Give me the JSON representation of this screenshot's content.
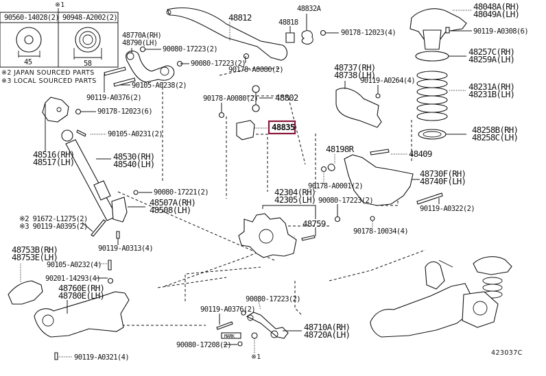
{
  "diagram": {
    "title": "Rear suspension exploded parts diagram",
    "illustration_id": "423037C",
    "highlight_color": "#8b1538",
    "highlighted_part": "48835"
  },
  "inset": {
    "marker": "※1",
    "columns": [
      {
        "part_no": "90560-14028(2)",
        "dimension": "45",
        "icon": "washer-flat-icon"
      },
      {
        "part_no": "90948-A2002(2)",
        "dimension": "58",
        "icon": "washer-ring-icon"
      }
    ]
  },
  "notes": [
    {
      "marker": "※2",
      "text": "JAPAN SOURCED PARTS"
    },
    {
      "marker": "※3",
      "text": "LOCAL SOURCED PARTS"
    }
  ],
  "callouts": {
    "c48770": [
      "48770A(RH)",
      "48790(LH)"
    ],
    "c90080a": "90080-17223(2)",
    "c90080b": "90080-17223(2)",
    "c90105_238": "90105-A0238(2)",
    "c90119_376a": "90119-A0376(2)",
    "c90178_12023a": "90178-12023(6)",
    "c90105_231": "90105-A0231(2)",
    "c48516": [
      "48516(RH)",
      "48517(LH)"
    ],
    "c48530": [
      "48530(RH)",
      "48540(LH)"
    ],
    "c48812": "48812",
    "c48818": "48818",
    "c48832": "48832A",
    "c90178_12023b": "90178-12023(4)",
    "c90178_80a": "90178-A0080(2)",
    "c90178_80b": "90178-A0080(2)",
    "c48802": "48802",
    "c48835": "48835",
    "c48737": [
      "48737(RH)",
      "48738(LH)"
    ],
    "c90119_264": "90119-A0264(4)",
    "c48048": [
      "48048A(RH)",
      "48049A(LH)"
    ],
    "c90119_308": "90119-A0308(6)",
    "c48257": [
      "48257C(RH)",
      "48259A(LH)"
    ],
    "c48231": [
      "48231A(RH)",
      "48231B(LH)"
    ],
    "c48258": [
      "48258B(RH)",
      "48258C(LH)"
    ],
    "c48198": "48198R",
    "c48409": "48409",
    "c90178_1": "90178-A0001(2)",
    "c48730": [
      "48730F(RH)",
      "48740F(LH)"
    ],
    "c90080c": "90080-17223(2)",
    "c90119_322": "90119-A0322(2)",
    "c90178_10034": "90178-10034(4)",
    "c90080_17221": "90080-17221(2)",
    "c48507": [
      "48507A(RH)",
      "48508(LH)"
    ],
    "c91672": "※2 91672-L1275(2)",
    "c90119_395": "※3 90119-A0395(2)",
    "c90119_313": "90119-A0313(4)",
    "c42304": [
      "42304(RH)",
      "42305(LH)"
    ],
    "c48759": "48759",
    "c48753": [
      "48753B(RH)",
      "48753E(LH)"
    ],
    "c90105_232": "90105-A0232(4)",
    "c90201": "90201-14293(4)",
    "c48760": [
      "48760E(RH)",
      "48780E(LH)"
    ],
    "c90119_321": "90119-A0321(4)",
    "c90080d": "90080-17223(2)",
    "c90119_376b": "90119-A0376(2)",
    "c90080_17208": "90080-17208(2)",
    "c48710": [
      "48710A(RH)",
      "48720A(LH)"
    ],
    "mark_tag": "MARK",
    "ref1": "※1"
  }
}
